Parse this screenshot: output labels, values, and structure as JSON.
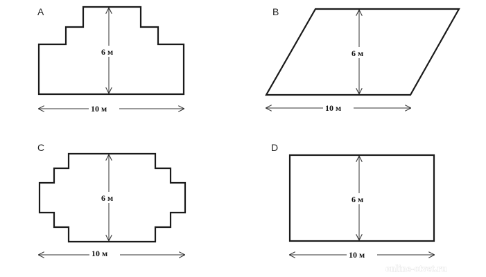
{
  "figures": [
    {
      "letter": "A",
      "height_label": "6 м",
      "width_label": "10 м"
    },
    {
      "letter": "B",
      "height_label": "6 м",
      "width_label": "10 м"
    },
    {
      "letter": "C",
      "height_label": "6 м",
      "width_label": "10 м"
    },
    {
      "letter": "D",
      "height_label": "6 м",
      "width_label": "10 м"
    }
  ],
  "watermark": "online-otvet.ru",
  "colors": {
    "stroke": "#1a1a1a",
    "background": "#ffffff"
  }
}
